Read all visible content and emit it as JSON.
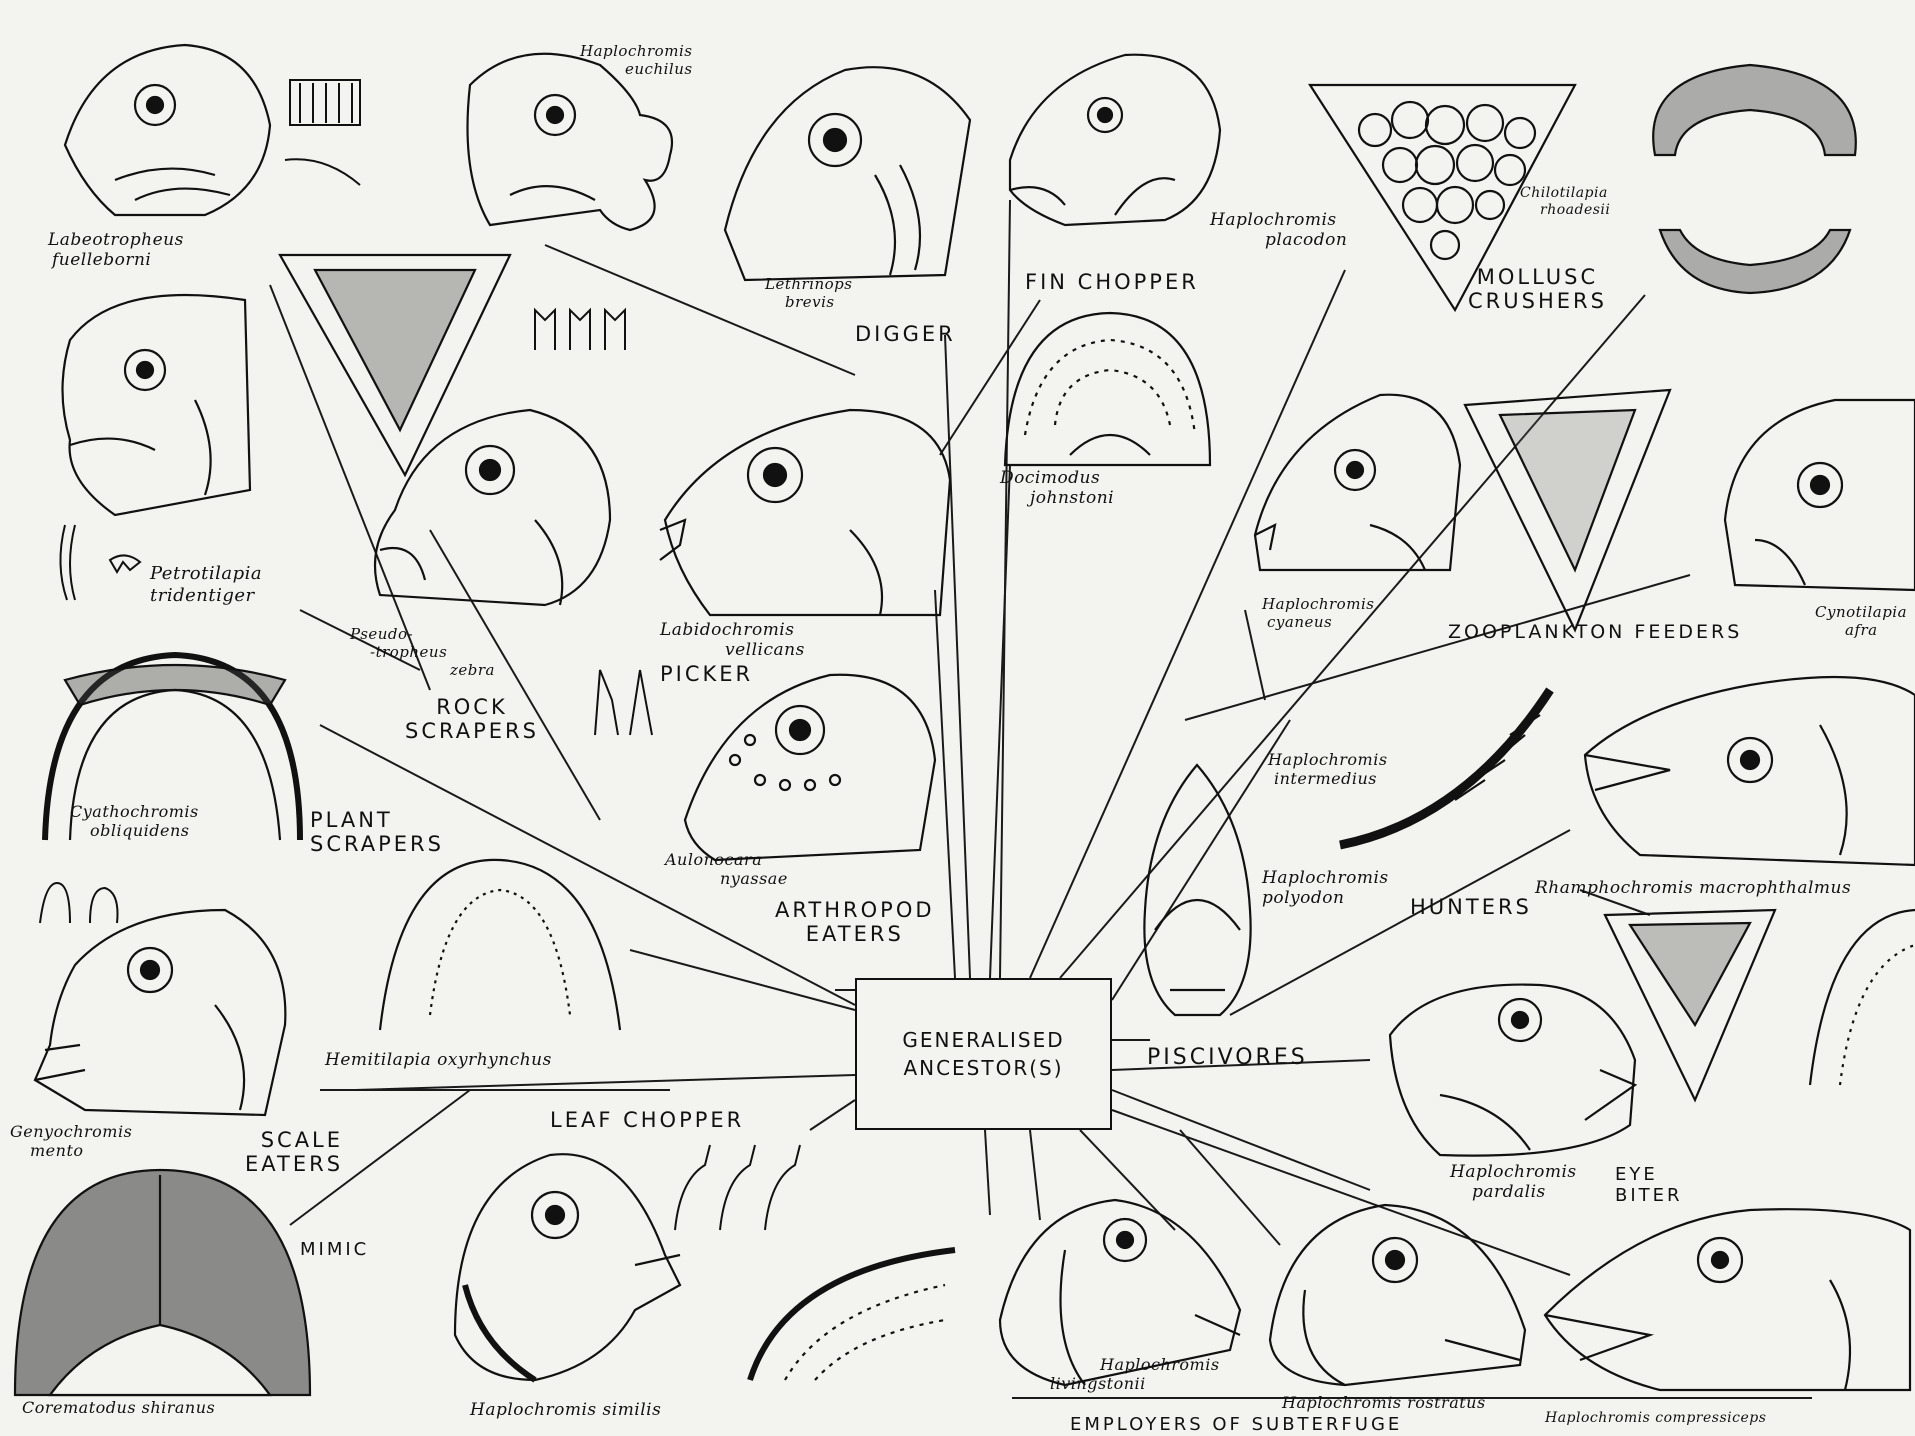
{
  "ancestor": {
    "line1": "GENERALISED",
    "line2": "ANCESTOR(S)"
  },
  "categories": {
    "fin_chopper": "FIN CHOPPER",
    "digger": "DIGGER",
    "mollusc_crushers_1": "MOLLUSC",
    "mollusc_crushers_2": "CRUSHERS",
    "picker": "PICKER",
    "rock_scrapers_1": "ROCK",
    "rock_scrapers_2": "SCRAPERS",
    "plant_scrapers_1": "PLANT",
    "plant_scrapers_2": "SCRAPERS",
    "arthropod_eaters_1": "ARTHROPOD",
    "arthropod_eaters_2": "EATERS",
    "zooplankton_feeders": "ZOOPLANKTON FEEDERS",
    "hunters": "HUNTERS",
    "piscivores": "PISCIVORES",
    "leaf_chopper": "LEAF CHOPPER",
    "scale_eaters_1": "SCALE",
    "scale_eaters_2": "EATERS",
    "mimic": "MIMIC",
    "eye_biter_1": "EYE",
    "eye_biter_2": "BITER",
    "employers_of_subterfuge": "EMPLOYERS OF SUBTERFUGE"
  },
  "species": {
    "labeotropheus_1": "Labeotropheus",
    "labeotropheus_2": "fuelleborni",
    "euchilus_1": "Haplochromis",
    "euchilus_2": "euchilus",
    "lethrinops_1": "Lethrinops",
    "lethrinops_2": "brevis",
    "placodon_1": "Haplochromis",
    "placodon_2": "placodon",
    "chilotilapia_1": "Chilotilapia",
    "chilotilapia_2": "rhoadesii",
    "petrotilapia_1": "Petrotilapia",
    "petrotilapia_2": "tridentiger",
    "docimodus_1": "Docimodus",
    "docimodus_2": "johnstoni",
    "pseudotropheus_1": "Pseudo-",
    "pseudotropheus_2": "-tropheus",
    "pseudotropheus_3": "zebra",
    "labidochromis_1": "Labidochromis",
    "labidochromis_2": "vellicans",
    "cyaneus_1": "Haplochromis",
    "cyaneus_2": "cyaneus",
    "cynotilapia_1": "Cynotilapia",
    "cynotilapia_2": "afra",
    "cyathochromis_1": "Cyathochromis",
    "cyathochromis_2": "obliquidens",
    "intermedius_1": "Haplochromis",
    "intermedius_2": "intermedius",
    "aulonocara_1": "Aulonocara",
    "aulonocara_2": "nyassae",
    "polyodon_1": "Haplochromis",
    "polyodon_2": "polyodon",
    "rhamphochromis": "Rhamphochromis macrophthalmus",
    "hemitilapia": "Hemitilapia oxyrhynchus",
    "genyochromis_1": "Genyochromis",
    "genyochromis_2": "mento",
    "pardalis_1": "Haplochromis",
    "pardalis_2": "pardalis",
    "corematodus": "Corematodus shiranus",
    "similis": "Haplochromis similis",
    "livingstonii_1": "Haplochromis",
    "livingstonii_2": "livingstonii",
    "rostratus": "Haplochromis rostratus",
    "compressiceps": "Haplochromis compressiceps"
  }
}
